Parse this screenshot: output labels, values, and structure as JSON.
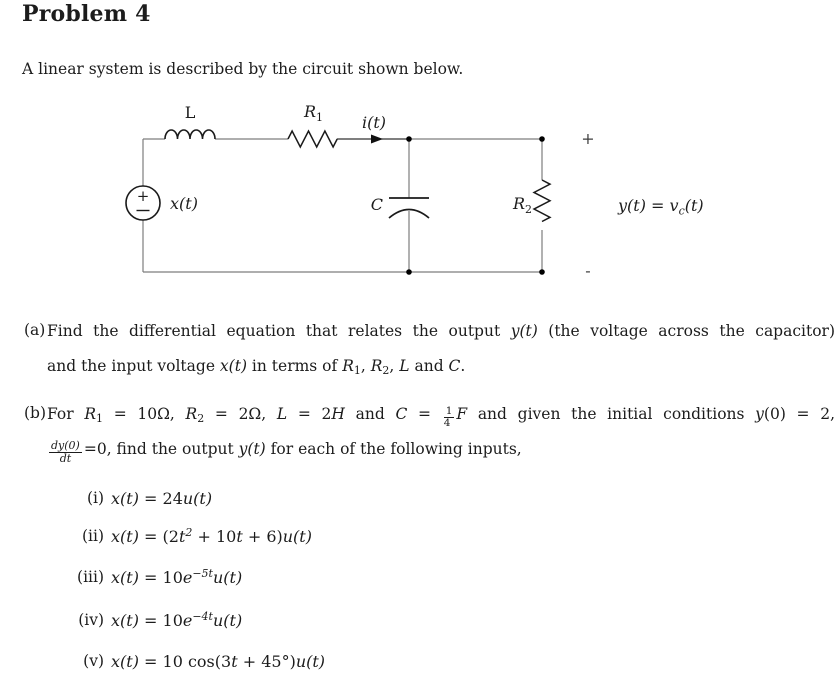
{
  "colors": {
    "text": "#1c1c1c",
    "wire": "#7d7d7d",
    "component": "#1a1a1a"
  },
  "header": {
    "title": "Problem 4"
  },
  "intro": "A linear system is described by the circuit shown below.",
  "circuit": {
    "inductor_label": "L",
    "r1_base": "R",
    "r1_sub": "1",
    "current_label": "i(t)",
    "source_label": "x(t)",
    "source_plus": "+",
    "capacitor_label": "C",
    "r2_base": "R",
    "r2_sub": "2",
    "plus_sign": "+",
    "minus_sign": "-",
    "output_pre": "y(t) = v",
    "output_sub": "c",
    "output_post": "(t)"
  },
  "part_a": {
    "label": "(a)",
    "line1": [
      {
        "t": "Find the differential equation that relates the output ",
        "m": "n"
      },
      {
        "t": "y(t)",
        "m": "i"
      },
      {
        "t": " (the voltage across the capacitor)",
        "m": "n"
      }
    ],
    "line2": [
      {
        "t": "and the input voltage ",
        "m": "n"
      },
      {
        "t": "x(t)",
        "m": "i"
      },
      {
        "t": " in terms of ",
        "m": "n"
      },
      {
        "t": "R",
        "m": "i"
      },
      {
        "t": "1",
        "m": "sub"
      },
      {
        "t": ", ",
        "m": "n"
      },
      {
        "t": "R",
        "m": "i"
      },
      {
        "t": "2",
        "m": "sub"
      },
      {
        "t": ", ",
        "m": "n"
      },
      {
        "t": "L",
        "m": "i"
      },
      {
        "t": " and ",
        "m": "n"
      },
      {
        "t": "C",
        "m": "i"
      },
      {
        "t": ".",
        "m": "n"
      }
    ]
  },
  "part_b": {
    "label": "(b)",
    "line1": [
      {
        "t": "For ",
        "m": "n"
      },
      {
        "t": "R",
        "m": "i"
      },
      {
        "t": "1",
        "m": "sub"
      },
      {
        "t": " = 10Ω, ",
        "m": "n"
      },
      {
        "t": "R",
        "m": "i"
      },
      {
        "t": "2",
        "m": "sub"
      },
      {
        "t": " = 2Ω, ",
        "m": "n"
      },
      {
        "t": "L",
        "m": "i"
      },
      {
        "t": " = 2",
        "m": "n"
      },
      {
        "t": "H",
        "m": "i"
      },
      {
        "t": " and ",
        "m": "n"
      },
      {
        "t": "C",
        "m": "i"
      },
      {
        "t": " = ",
        "m": "n"
      },
      {
        "m": "frac",
        "num": "1",
        "den": "4"
      },
      {
        "t": "F",
        "m": "i"
      },
      {
        "t": " and given the initial conditions ",
        "m": "n"
      },
      {
        "t": "y",
        "m": "i"
      },
      {
        "t": "(0) = 2,",
        "m": "n"
      }
    ],
    "line2": [
      {
        "m": "frac",
        "num": "dy(0)",
        "den": "dt",
        "it": true
      },
      {
        "t": "=0, find the output ",
        "m": "n"
      },
      {
        "t": "y(t)",
        "m": "i"
      },
      {
        "t": " for each of the following inputs,",
        "m": "n"
      }
    ]
  },
  "items": [
    {
      "label": "(i)",
      "eq": [
        {
          "t": "x(t)",
          "m": "i"
        },
        {
          "t": " = 24",
          "m": "n"
        },
        {
          "t": "u(t)",
          "m": "i"
        }
      ]
    },
    {
      "label": "(ii)",
      "eq": [
        {
          "t": "x(t)",
          "m": "i"
        },
        {
          "t": " = (2",
          "m": "n"
        },
        {
          "t": "t",
          "m": "i"
        },
        {
          "t": "2",
          "m": "sup"
        },
        {
          "t": " + 10",
          "m": "n"
        },
        {
          "t": "t",
          "m": "i"
        },
        {
          "t": " + 6)",
          "m": "n"
        },
        {
          "t": "u(t)",
          "m": "i"
        }
      ]
    },
    {
      "label": "(iii)",
      "eq": [
        {
          "t": "x(t)",
          "m": "i"
        },
        {
          "t": " = 10",
          "m": "n"
        },
        {
          "t": "e",
          "m": "i"
        },
        {
          "t": "−5t",
          "m": "sup"
        },
        {
          "t": "u(t)",
          "m": "i"
        }
      ]
    },
    {
      "label": "(iv)",
      "eq": [
        {
          "t": "x(t)",
          "m": "i"
        },
        {
          "t": " = 10",
          "m": "n"
        },
        {
          "t": "e",
          "m": "i"
        },
        {
          "t": "−4t",
          "m": "sup"
        },
        {
          "t": "u(t)",
          "m": "i"
        }
      ]
    },
    {
      "label": "(v)",
      "eq": [
        {
          "t": "x(t)",
          "m": "i"
        },
        {
          "t": " = 10 cos(3",
          "m": "n"
        },
        {
          "t": "t",
          "m": "i"
        },
        {
          "t": " + 45°)",
          "m": "n"
        },
        {
          "t": "u(t)",
          "m": "i"
        }
      ]
    }
  ]
}
